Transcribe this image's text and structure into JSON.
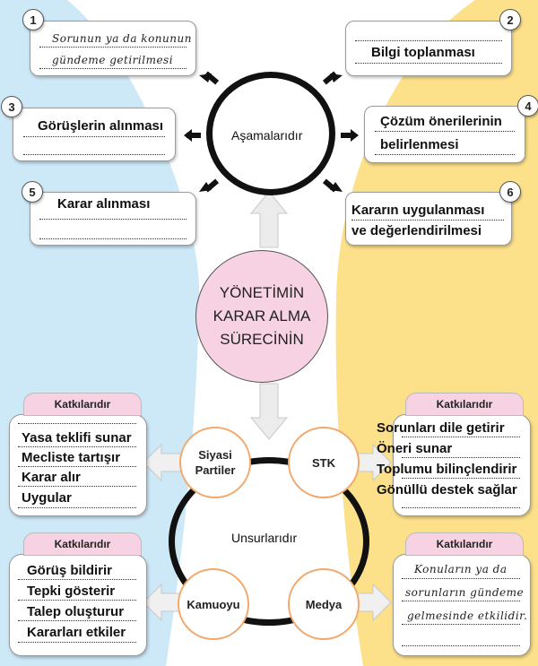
{
  "title": {
    "line1": "YÖNETİMİN",
    "line2": "KARAR ALMA",
    "line3": "SÜRECİNİN"
  },
  "stages": {
    "label": "Aşamalarıdır",
    "items": [
      {
        "number": "1",
        "lines": [
          "Sorunun ya da konunun",
          "gündeme getirilmesi"
        ]
      },
      {
        "number": "2",
        "lines": [
          "Bilgi toplanması"
        ]
      },
      {
        "number": "3",
        "lines": [
          "Görüşlerin alınması"
        ]
      },
      {
        "number": "4",
        "lines": [
          "Çözüm önerilerinin",
          "belirlenmesi"
        ]
      },
      {
        "number": "5",
        "lines": [
          "Karar alınması"
        ]
      },
      {
        "number": "6",
        "lines": [
          "Kararın uygulanması",
          "ve değerlendirilmesi"
        ]
      }
    ]
  },
  "elements": {
    "label": "Unsurlarıdır",
    "nodes": {
      "siyasi": "Siyasi",
      "partiler": "Partiler",
      "stk": "STK",
      "kamuoyu": "Kamuoyu",
      "medya": "Medya"
    }
  },
  "contributions": {
    "tab_label": "Katkılarıdır",
    "siyasi_partiler": [
      "Yasa teklifi sunar",
      "Mecliste tartışır",
      "Karar alır",
      "Uygular"
    ],
    "stk": [
      "Sorunları dile getirir",
      "Öneri sunar",
      "Toplumu bilinçlendirir",
      "Gönüllü destek sağlar"
    ],
    "kamuoyu": [
      "Görüş bildirir",
      "Tepki gösterir",
      "Talep oluşturur",
      "Kararları etkiler"
    ],
    "medya": [
      "Konuların ya da",
      "sorunların gündeme",
      "gelmesinde etkilidir."
    ]
  },
  "colors": {
    "left_band": "#cde8f7",
    "right_band": "#fce08a",
    "center_fill": "#f6d2e2",
    "node_border": "#f2a86a",
    "tab_fill": "#f6d2e2"
  }
}
